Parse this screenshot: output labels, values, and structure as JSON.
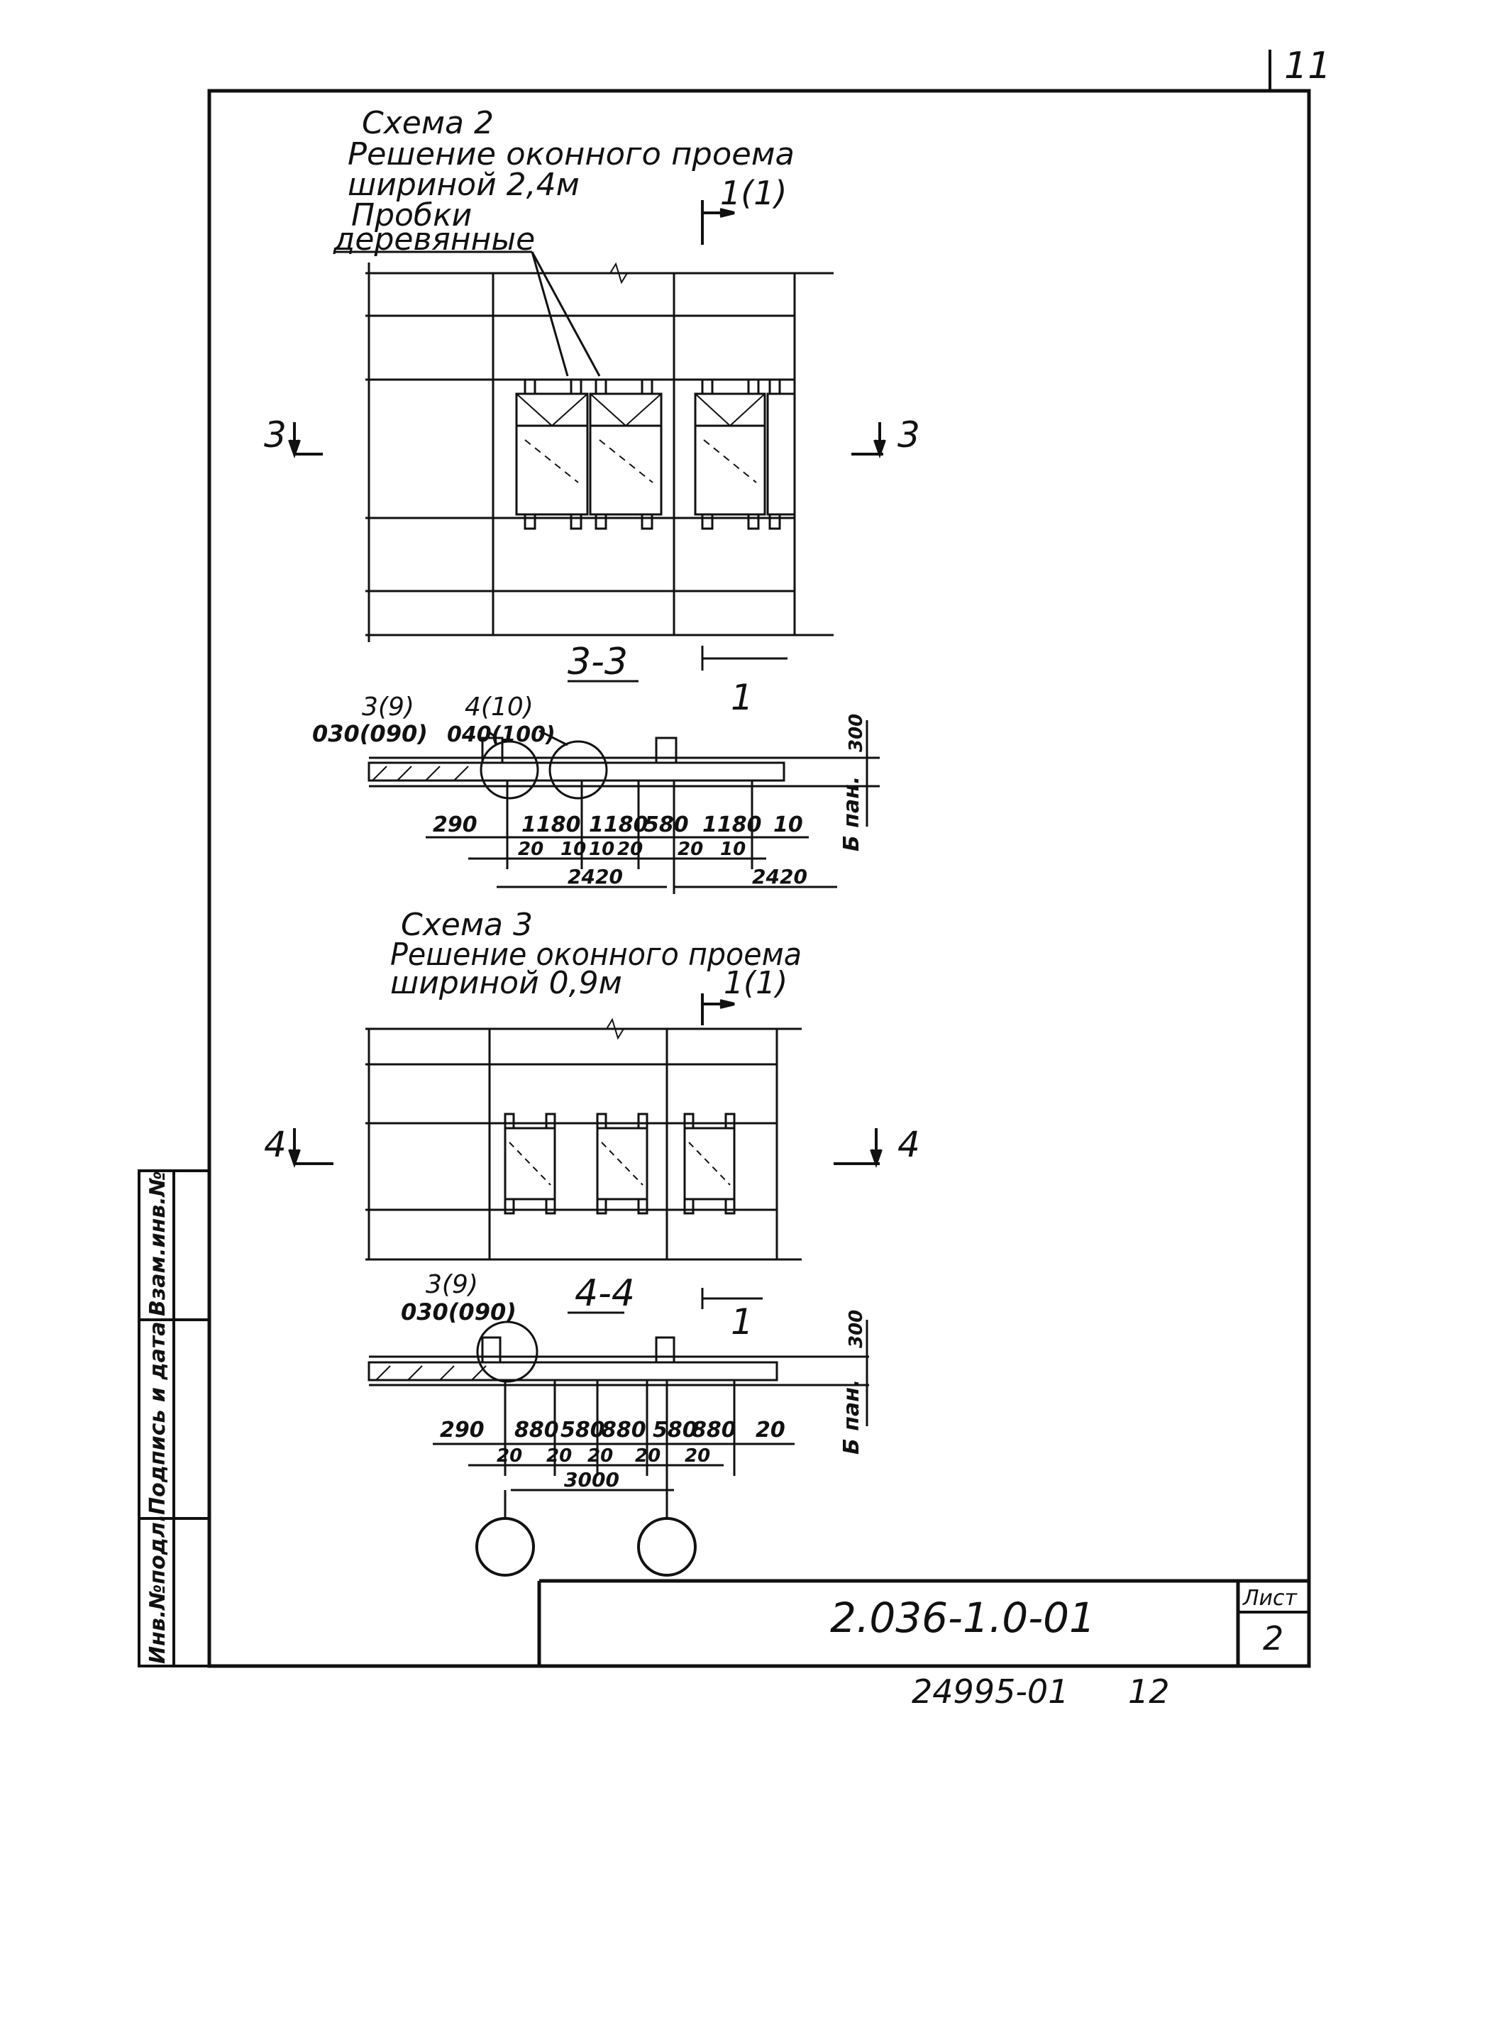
{
  "sheet": {
    "corner_number": "11",
    "bottom_stamp": "24995-01",
    "bottom_page": "12"
  },
  "title_block": {
    "designation": "2.036-1.0-01",
    "sheet_label": "Лист",
    "sheet_number": "2"
  },
  "side_stamp": {
    "col1": "Инв.№подл.",
    "col2": "Подпись и дата",
    "col3": "Взам.инв.№"
  },
  "scheme2": {
    "title": "Схема 2",
    "subtitle_line1": "Решение оконного проема",
    "subtitle_line2": "шириной 2,4м",
    "callout_line1": "Пробки",
    "callout_line2": "деревянные",
    "section_ref": "1(1)",
    "cut_left": "3",
    "cut_right": "3",
    "section_title": "3-3",
    "section_mark": "1",
    "node_a_top": "3(9)",
    "node_a_bottom": "030(090)",
    "node_b_top": "4(10)",
    "node_b_bottom": "040(100)",
    "wall_dim": "300",
    "b_label": "Б пан.",
    "dims_row1": [
      "290",
      "1180",
      "1180",
      "580",
      "1180",
      "10"
    ],
    "dims_row2": [
      "20",
      "10",
      "10",
      "20",
      "20",
      "10"
    ],
    "dims_total_a": "2420",
    "dims_total_b": "2420"
  },
  "scheme3": {
    "title": "Схема 3",
    "subtitle_line1": "Решение оконного проема",
    "subtitle_line2": "шириной 0,9м",
    "section_ref": "1(1)",
    "cut_left": "4",
    "cut_right": "4",
    "section_title": "4-4",
    "section_mark": "1",
    "node_a_top": "3(9)",
    "node_a_bottom": "030(090)",
    "wall_dim": "300",
    "b_label": "Б пан.",
    "dims_row1": [
      "290",
      "880",
      "580",
      "880",
      "580",
      "880",
      "20"
    ],
    "dims_row2": [
      "20",
      "20",
      "20",
      "20",
      "20"
    ],
    "dims_total": "3000"
  },
  "colors": {
    "ink": "#111111",
    "paper": "#ffffff"
  }
}
